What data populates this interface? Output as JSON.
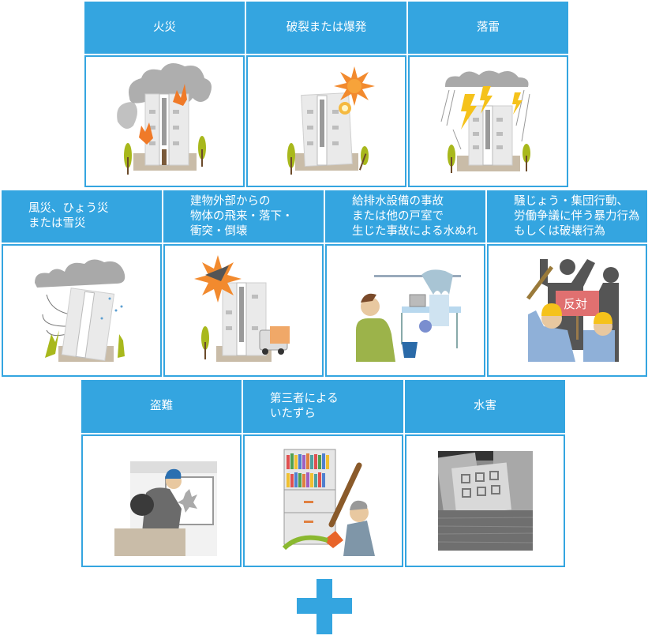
{
  "accent_color": "#34a5e0",
  "rows": [
    [
      {
        "label": "火災",
        "illustration": "building-fire-icon"
      },
      {
        "label": "破裂または爆発",
        "illustration": "building-explosion-icon"
      },
      {
        "label": "落雷",
        "illustration": "building-lightning-icon"
      }
    ],
    [
      {
        "label": "風災、ひょう災\nまたは雪災",
        "illustration": "building-storm-icon"
      },
      {
        "label": "建物外部からの\n物体の飛来・落下・\n衝突・倒壊",
        "illustration": "building-collision-icon"
      },
      {
        "label": "給排水設備の事故\nまたは他の戸室で\n生じた事故による水ぬれ",
        "illustration": "water-leak-icon"
      },
      {
        "label": "騒じょう・集団行動、\n労働争議に伴う暴力行為\nもしくは破壊行為",
        "illustration": "riot-icon",
        "sign_text": "反対"
      }
    ],
    [
      {
        "label": "盗難",
        "illustration": "burglary-icon"
      },
      {
        "label": "第三者による\nいたずら",
        "illustration": "vandalism-icon"
      },
      {
        "label": "水害",
        "illustration": "flood-icon"
      }
    ]
  ],
  "footer_icon": "plus-icon"
}
